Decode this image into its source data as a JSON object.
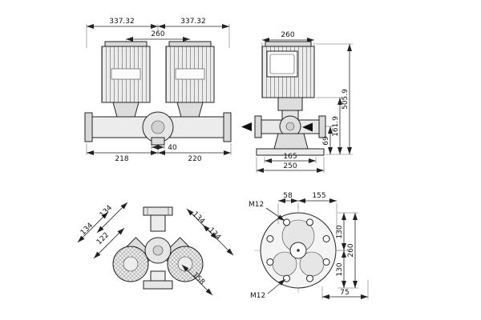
{
  "drawing": {
    "front": {
      "w_left": "337.32",
      "w_right": "337.32",
      "port_span": "260",
      "drain": "40",
      "len_left": "218",
      "len_right": "220"
    },
    "side": {
      "top_width": "260",
      "total_height": "505.9",
      "pump_height": "161.9",
      "axis_height": "69",
      "flange_span": "165",
      "base_width": "250"
    },
    "top": {
      "d1": "134",
      "d2": "134",
      "d3": "122",
      "d4": "134",
      "d5": "134",
      "d6": "158"
    },
    "flange": {
      "thread_top": "M12",
      "hole_offset": "58",
      "edge_offset": "155",
      "top_half": "130",
      "full_span": "260",
      "bottom_half": "130",
      "thread_bottom": "M12",
      "foot_offset": "75"
    }
  }
}
